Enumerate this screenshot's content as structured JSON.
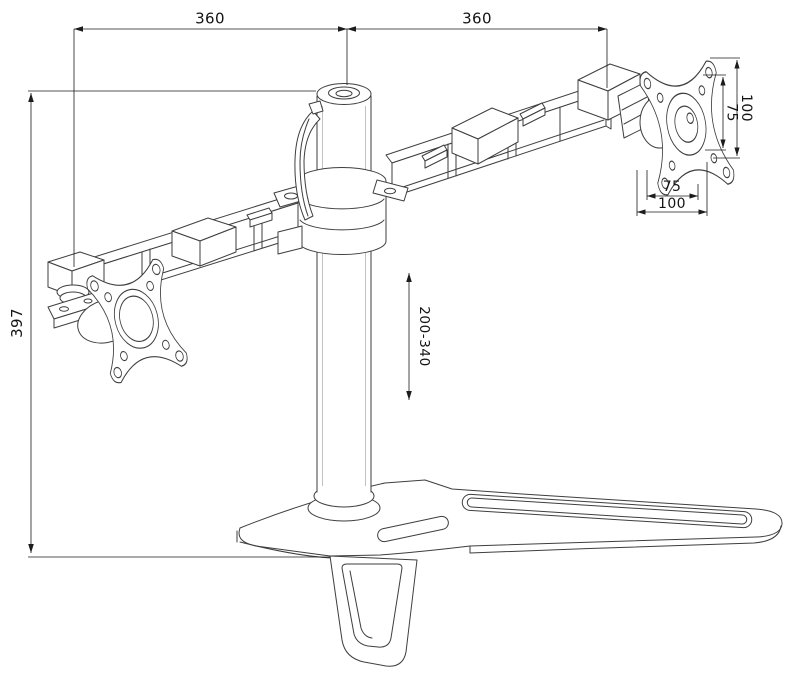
{
  "drawing": {
    "background_color": "#ffffff",
    "line_color": "#3e3e3e",
    "dimension_line_color": "#1c1c1c",
    "dimensions": {
      "left_arm_span": "360",
      "right_arm_span": "360",
      "overall_height": "397",
      "height_adjustment_range": "200-340",
      "vesa_vertical_inner": "75",
      "vesa_vertical_outer": "100",
      "vesa_horizontal_inner": "75",
      "vesa_horizontal_outer": "100"
    }
  }
}
